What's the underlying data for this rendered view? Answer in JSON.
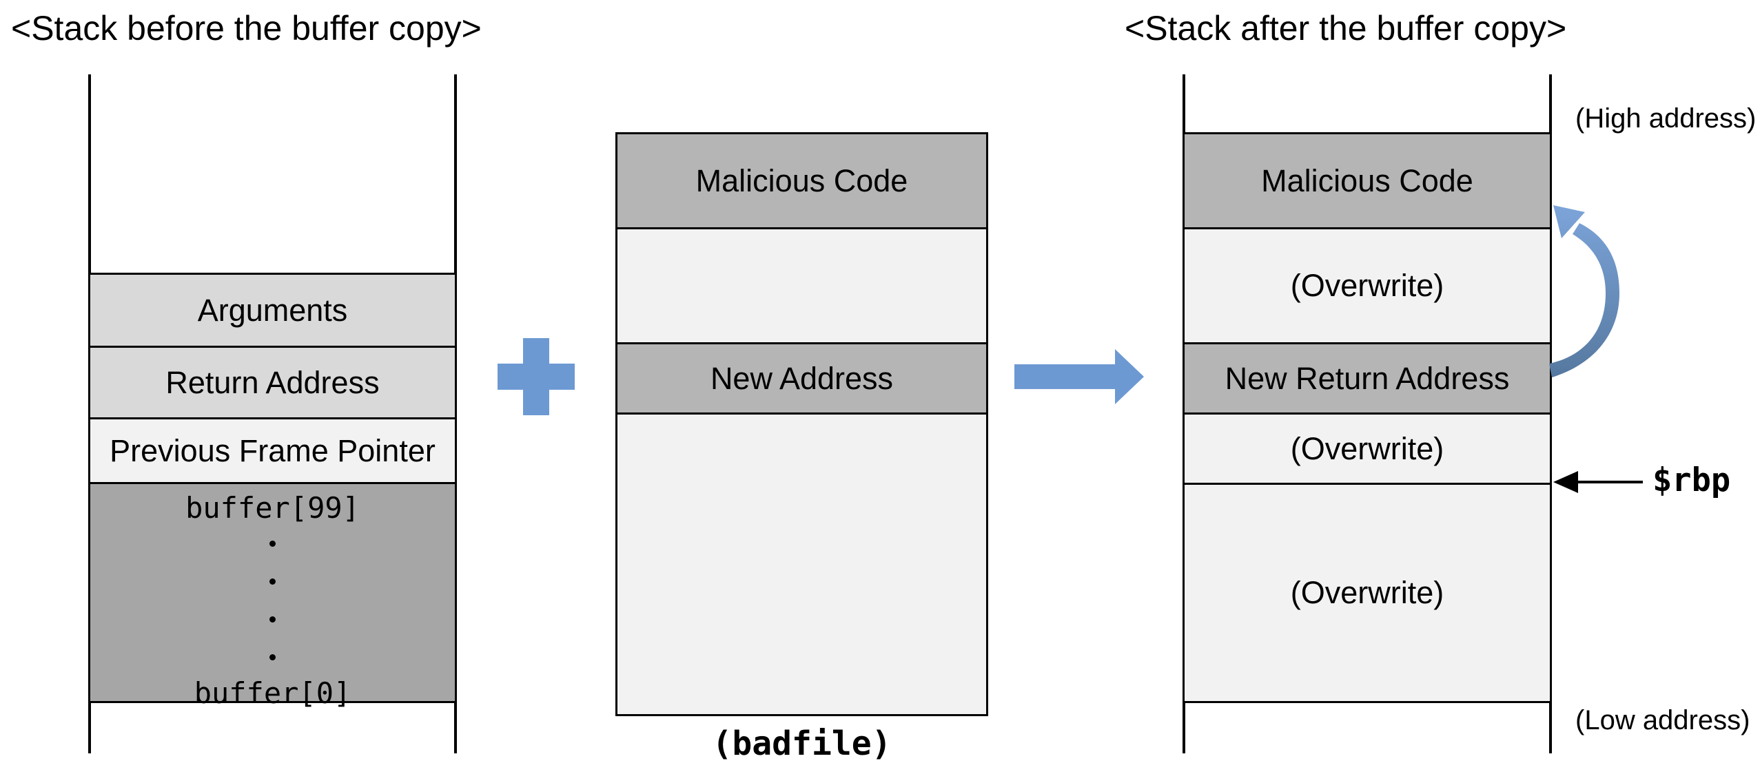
{
  "titles": {
    "before": "<Stack before the buffer copy>",
    "after": "<Stack after the buffer copy>"
  },
  "left_stack": {
    "cells": [
      "Arguments",
      "Return Address",
      "Previous Frame Pointer"
    ],
    "buffer": {
      "top": "buffer[99]",
      "bottom": "buffer[0]"
    }
  },
  "badfile": {
    "cells": [
      "Malicious Code",
      "New Address"
    ],
    "caption": "(badfile)"
  },
  "right_stack": {
    "cells": [
      "Malicious Code",
      "(Overwrite)",
      "New Return Address",
      "(Overwrite)",
      "(Overwrite)"
    ]
  },
  "annotations": {
    "high_address": "(High address)",
    "low_address": "(Low address)",
    "rbp_register": "$rbp"
  },
  "colors": {
    "accent_blue": "#6D99D3",
    "curve_blue_light": "#7EA6DC",
    "curve_blue_dark": "#53769C",
    "cell_gray_medium": "#B5B5B5",
    "cell_gray_light": "#D9D9D9",
    "cell_gray_faint": "#F2F2F2",
    "cell_gray_buffer": "#A6A6A6",
    "border_black": "#000000"
  }
}
